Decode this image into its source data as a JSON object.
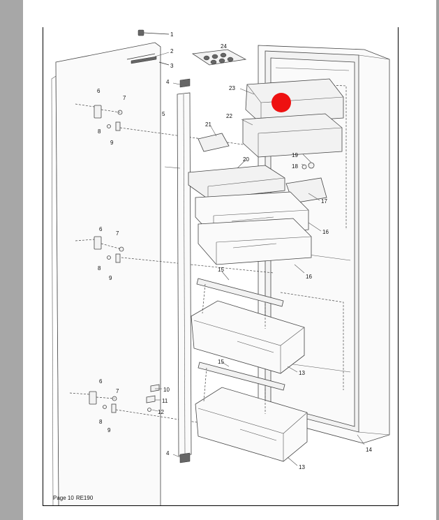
{
  "footer": {
    "page_label": "Page 10",
    "model": "RE190"
  },
  "part_numbers": [
    "1",
    "2",
    "3",
    "4",
    "5",
    "6",
    "7",
    "8",
    "9",
    "10",
    "11",
    "12",
    "13",
    "14",
    "15",
    "16",
    "17",
    "18",
    "19",
    "20",
    "21",
    "22",
    "23",
    "24"
  ],
  "colors": {
    "sidebar": "#a7a7a7",
    "marker": "#ee1111"
  }
}
